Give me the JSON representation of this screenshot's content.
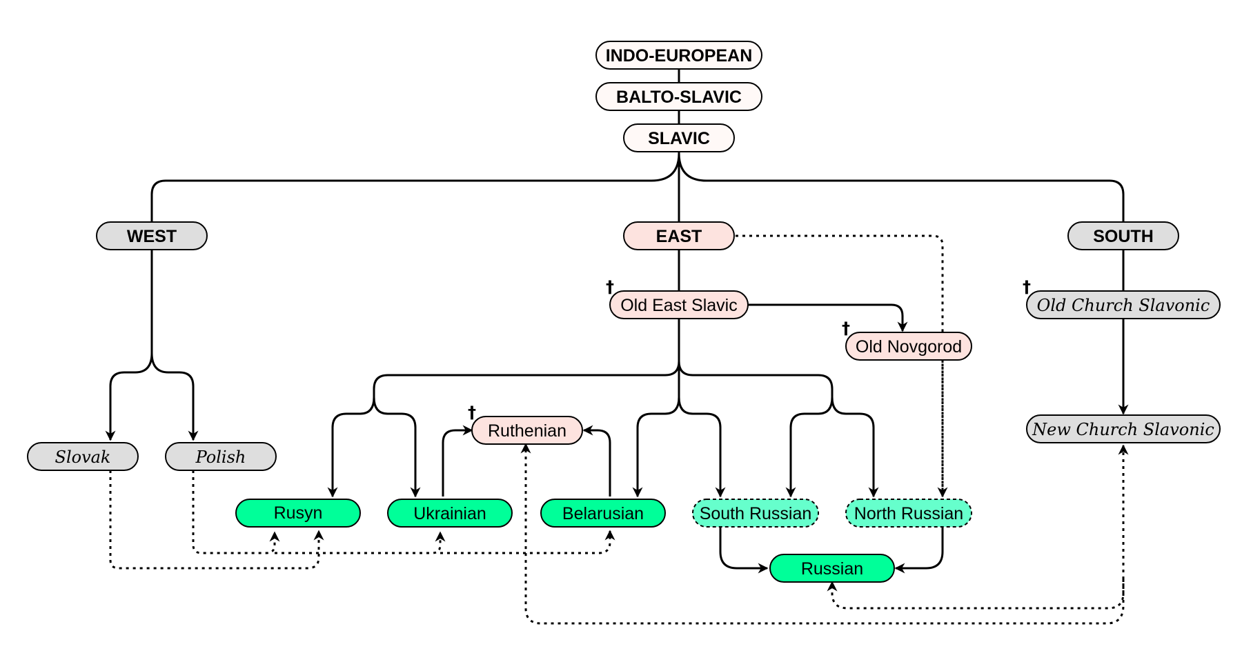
{
  "colors": {
    "root": "#fff9f7",
    "branch_grey": "#dedede",
    "east_pink": "#fde3df",
    "modern_green": "#00ff99",
    "dialect_green": "#66ffcc",
    "line": "#000000"
  },
  "nodes": {
    "indo_european": {
      "label": "INDO-EUROPEAN"
    },
    "balto_slavic": {
      "label": "BALTO-SLAVIC"
    },
    "slavic": {
      "label": "SLAVIC"
    },
    "west": {
      "label": "WEST"
    },
    "east": {
      "label": "EAST"
    },
    "south": {
      "label": "SOUTH"
    },
    "old_east_slavic": {
      "label": "Old East Slavic",
      "extinct_mark": "†"
    },
    "old_novgorod": {
      "label": "Old Novgorod",
      "extinct_mark": "†"
    },
    "old_church_slavonic": {
      "label": "Old Church Slavonic",
      "extinct_mark": "†"
    },
    "new_church_slavonic": {
      "label": "New Church Slavonic"
    },
    "slovak": {
      "label": "Slovak"
    },
    "polish": {
      "label": "Polish"
    },
    "ruthenian": {
      "label": "Ruthenian",
      "extinct_mark": "†"
    },
    "rusyn": {
      "label": "Rusyn"
    },
    "ukrainian": {
      "label": "Ukrainian"
    },
    "belarusian": {
      "label": "Belarusian"
    },
    "south_russian": {
      "label": "South Russian"
    },
    "north_russian": {
      "label": "North Russian"
    },
    "russian": {
      "label": "Russian"
    }
  }
}
